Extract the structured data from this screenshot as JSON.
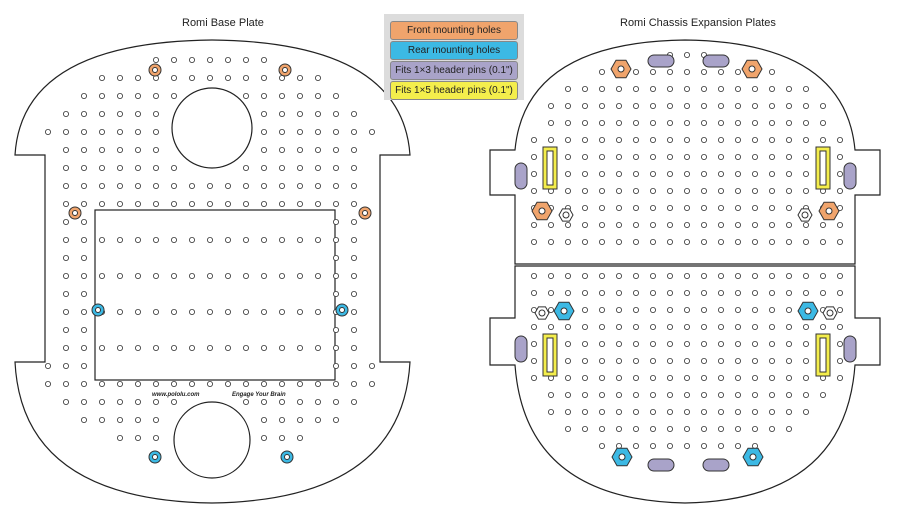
{
  "titles": {
    "left": "Romi Base Plate",
    "right": "Romi Chassis Expansion Plates"
  },
  "legend": [
    {
      "label": "Front mounting holes",
      "color": "#f0a46c"
    },
    {
      "label": "Rear mounting holes",
      "color": "#3cb9e4"
    },
    {
      "label": "Fits 1×3 header pins (0.1\")",
      "color": "#a9a3c9"
    },
    {
      "label": "Fits 1×5 header pins (0.1\")",
      "color": "#f4ee4c"
    }
  ],
  "base_plate_text": {
    "website": "www.pololu.com",
    "slogan": "Engage Your Brain"
  }
}
